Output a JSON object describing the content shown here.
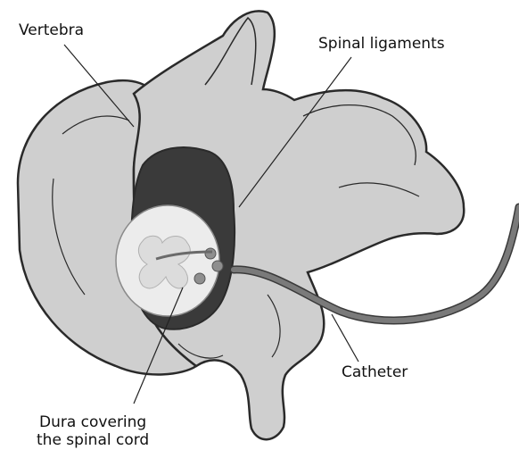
{
  "labels": {
    "vertebra": "Vertebra",
    "spinal_ligaments": "Spinal ligaments",
    "catheter": "Catheter",
    "dura_line1": "Dura covering",
    "dura_line2": "the spinal cord"
  },
  "colors": {
    "bone": "#cfcfcf",
    "bone_outline": "#2a2a2a",
    "canal_dark": "#3a3a3a",
    "cord": "#ececec",
    "catheter": "#7a7a7a",
    "leader": "#222222"
  }
}
